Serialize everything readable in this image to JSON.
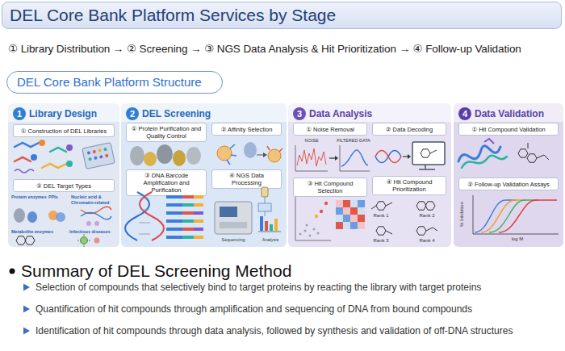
{
  "diagram": {
    "title": "DEL Core Bank Platform Services by Stage",
    "nodes": [
      {
        "text": [
          "DEL Core Bank Platform Structure"
        ]
      },
      {
        "text": [
          "Library Design"
        ]
      },
      {
        "text": [
          "1"
        ],
        "in": 1
      },
      {
        "text": [
          "① Construction of DEL Libraries"
        ],
        "in": 1
      },
      {
        "text": [
          "② DEL Target Types"
        ],
        "in": 1
      },
      {
        "text": [
          "DEL Screening"
        ]
      },
      {
        "text": [
          "2"
        ],
        "in": 5
      },
      {
        "text": [
          "① Protein Purification and Quality Control"
        ],
        "in": 5
      },
      {
        "text": [
          "② Affinity Selection"
        ],
        "in": 5
      },
      {
        "text": [
          "③ DNA Barcode Amplification and Purification"
        ],
        "in": 5
      },
      {
        "text": [
          "④ NGS Data Processing"
        ],
        "in": 5
      },
      {
        "text": [
          "Data Analysis"
        ]
      },
      {
        "text": [
          "3"
        ],
        "in": 11
      },
      {
        "text": [
          "① Noise Removal"
        ],
        "in": 11
      },
      {
        "text": [
          "② Data Decoding"
        ],
        "in": 11
      },
      {
        "text": [
          "③ Hit Compound Selection"
        ],
        "in": 11
      },
      {
        "text": [
          "④ Hit Compound Prioritization"
        ],
        "in": 11
      },
      {
        "text": [
          "Data Validation"
        ]
      },
      {
        "text": [
          "4"
        ],
        "in": 17
      },
      {
        "text": [
          "① Hit Compound Validation"
        ],
        "in": 17
      },
      {
        "text": [
          "② Follow-up Validation Assays"
        ],
        "in": 17
      }
    ],
    "labels": [
      "① Library Distribution → ② Screening → ③ NGS Data Analysis & Hit Prioritization → ④ Follow-up Validation",
      "Protein enzymes",
      "PPIs",
      "Nucleic acid & Chromatin-related",
      "Metabolite enzymes",
      "Infectious diseases",
      "Sequencing",
      "Analysis",
      "NOISE",
      "FILTERED DATA",
      "Rank 1",
      "Rank 2",
      "Rank 3",
      "Rank 4",
      "% Inhibition",
      "log M",
      "Summary of DEL Screening Method",
      "Selection of compounds that selectively bind to target proteins by reacting the library with target proteins",
      "Quantification of hit compounds through amplification and sequencing of DNA from bound compounds",
      "Identification of hit compounds through data analysis, followed by synthesis and validation of off-DNA structures"
    ]
  }
}
